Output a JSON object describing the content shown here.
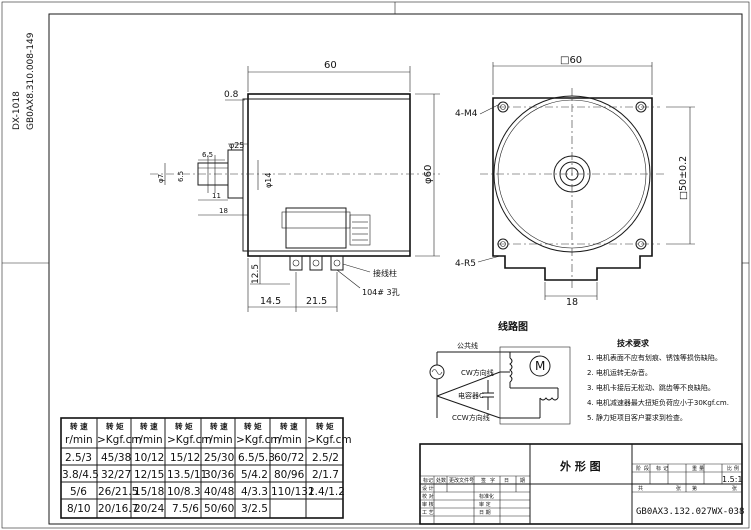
{
  "left_code": {
    "line1": "DX-1018",
    "line2": "GB0AX8.310.008-149"
  },
  "side_view": {
    "dim_length": "60",
    "dim_flange": "0.8",
    "dim_shaft_dia": "φ25",
    "dim_shaft_small": "6.5",
    "dim_shaft_height": "6.5",
    "dim_phi7": "φ7",
    "dim_11": "11",
    "dim_18": "18",
    "dim_phi14": "φ14",
    "dim_phi60": "φ60",
    "dim_12_5": "12.5",
    "dim_14_5": "14.5",
    "dim_21_5": "21.5",
    "label_terminal": "接线柱",
    "label_hole": "104# 3孔"
  },
  "front_view": {
    "dim_square": "□60",
    "label_4m4": "4-M4",
    "label_4r5": "4-R5",
    "dim_square50": "□50±0.2",
    "dim_18": "18"
  },
  "wiring": {
    "title": "线路图",
    "common": "公共线",
    "cw": "CW方向线",
    "capacitor": "电容器C",
    "ccw": "CCW方向线",
    "motor_symbol": "M"
  },
  "requirements": {
    "title": "技术要求",
    "items": [
      "1. 电机表面不应有划痕、锈蚀等损伤缺陷。",
      "2. 电机运转无杂音。",
      "3. 电机卡接后无松动、跳齿等不良缺陷。",
      "4. 电机减速器最大扭矩负荷应小于30Kgf.cm.",
      "5. 静力矩项目客户要求到检查。"
    ]
  },
  "speed_table": {
    "headers": [
      [
        "转 速",
        "r/min"
      ],
      [
        "转 矩",
        ">Kgf.cm"
      ],
      [
        "转 速",
        "r/min"
      ],
      [
        "转 矩",
        ">Kgf.cm"
      ],
      [
        "转 速",
        "r/min"
      ],
      [
        "转 矩",
        ">Kgf.cm"
      ],
      [
        "转 速",
        "r/min"
      ],
      [
        "转 矩",
        ">Kgf.cm"
      ]
    ],
    "rows": [
      [
        "2.5/3",
        "45/38",
        "10/12",
        "15/12",
        "25/30",
        "6.5/5.3",
        "60/72",
        "2.5/2"
      ],
      [
        "3.8/4.5",
        "32/27",
        "12/15",
        "13.5/11",
        "30/36",
        "5/4.2",
        "80/96",
        "2/1.7"
      ],
      [
        "5/6",
        "26/21.5",
        "15/18",
        "10/8.3",
        "40/48",
        "4/3.3",
        "110/132",
        "1.4/1.2"
      ],
      [
        "8/10",
        "20/16.7",
        "20/24",
        "7.5/6",
        "50/60",
        "3/2.5",
        "",
        ""
      ]
    ]
  },
  "title_block": {
    "name": "外 形 图",
    "scale": "1.5:1",
    "drawing_number": "GB0AX3.132.027WX-038",
    "small_headers": [
      "阶",
      "段",
      "标",
      "记",
      "重",
      "量",
      "比",
      "例"
    ],
    "sheet_labels": [
      "共",
      "张",
      "第",
      "张"
    ],
    "rev_headers": [
      "标记",
      "处数",
      "更改文件号",
      "签",
      "字",
      "日",
      "期"
    ],
    "roles": [
      "设 计",
      "校 对",
      "审 核",
      "工 艺",
      "标准化",
      "审 定",
      "日 期"
    ]
  }
}
